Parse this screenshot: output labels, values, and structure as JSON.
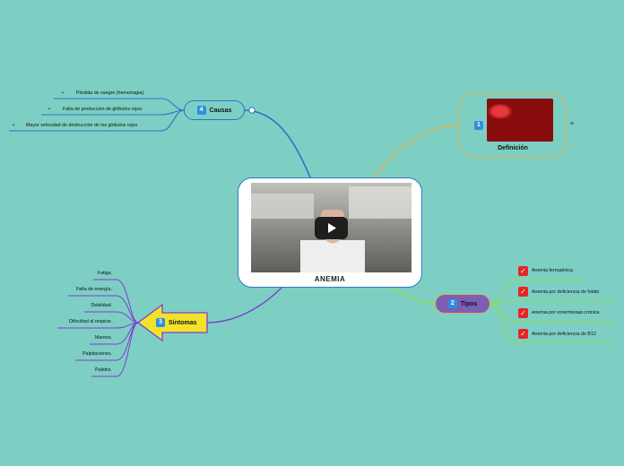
{
  "central": {
    "title": "ANEMIA"
  },
  "topics": {
    "definicion": {
      "number": "1",
      "label": "Definición",
      "note_icon": "≡"
    },
    "tipos": {
      "number": "2",
      "label": "Tipos",
      "items": [
        "Anemia ferropénica",
        "Anemia por deficiencia de folato",
        "Anemia por enfermedad crónica",
        "Anemia por deficiencia de B12"
      ]
    },
    "sintomas": {
      "number": "3",
      "label": "Síntomas",
      "items": [
        "Fatiga.",
        "Falta de energía.",
        "Debilidad.",
        "Dificultad al respirar.",
        "Mareos.",
        "Palpitaciones.",
        "Palidez."
      ]
    },
    "causas": {
      "number": "4",
      "label": "Causas",
      "bullet": "•",
      "items": [
        "Pérdida de sangre (hemorragia).",
        "Falta de producción de glóbulos rojos.",
        "Mayor velocidad de destrucción de los glóbulos rojos"
      ]
    }
  },
  "colors": {
    "background": "#7dcfc3",
    "causas_branch": "#2a73c8",
    "definicion_branch": "#e0b04a",
    "tipos_branch": "#8ee04a",
    "sintomas_branch": "#7b3fd0",
    "sintomas_fill": "#f3e22a",
    "tipos_fill": "#7b5fb6",
    "check": "#e32626"
  }
}
